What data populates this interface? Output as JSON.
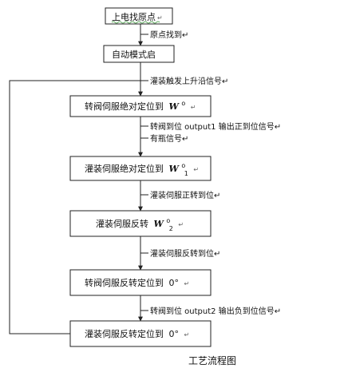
{
  "steps": [
    {
      "id": "s1",
      "text": "上电找原点",
      "mark": "↵"
    },
    {
      "id": "s2",
      "text": "自动模式启"
    },
    {
      "id": "s3",
      "text": "转阀伺服绝对定位到",
      "symbol": "W",
      "superscript": "o",
      "subscript": "",
      "mark": "↵"
    },
    {
      "id": "s4",
      "text": "灌装伺服绝对定位到",
      "symbol": "W",
      "superscript": "o",
      "subscript": "1",
      "mark": "↵"
    },
    {
      "id": "s5",
      "text": "灌装伺服反转",
      "symbol": "W",
      "superscript": "o",
      "subscript": "2",
      "mark": "↵"
    },
    {
      "id": "s6",
      "text": "转阀伺服反转定位到",
      "value": "0°",
      "mark": "↵"
    },
    {
      "id": "s7",
      "text": "灌装伺服反转定位到",
      "value": "0°",
      "mark": "↵"
    }
  ],
  "conditions": [
    {
      "id": "c1",
      "lines": [
        "原点找到↵"
      ]
    },
    {
      "id": "c2",
      "lines": [
        "灌装触发上升沿信号↵"
      ]
    },
    {
      "id": "c3",
      "lines": [
        "转阀到位 output1 输出正到位信号↵",
        "有瓶信号↵"
      ]
    },
    {
      "id": "c4",
      "lines": [
        "灌装伺服正转到位↵"
      ]
    },
    {
      "id": "c5",
      "lines": [
        "灌装伺服反转到位↵"
      ]
    },
    {
      "id": "c6",
      "lines": [
        "转阀到位 output2 输出负到位信号↵"
      ]
    }
  ],
  "caption": "工艺流程图"
}
